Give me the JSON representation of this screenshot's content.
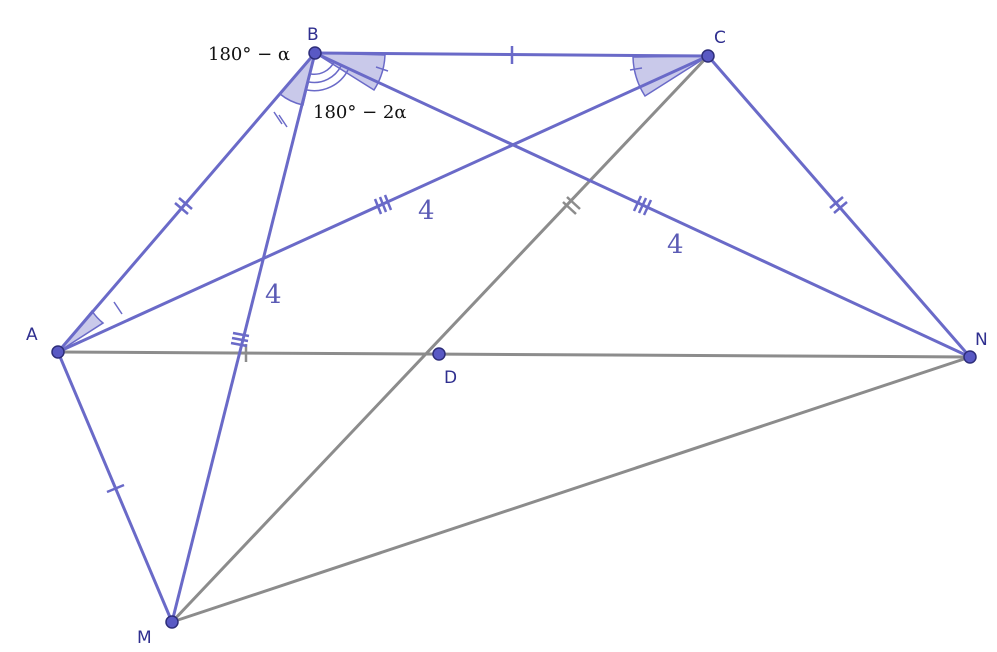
{
  "colors": {
    "blue_line": "#6a6ac8",
    "gray_line": "#8c8c8c",
    "point_fill": "#5959c4",
    "point_stroke": "#2e2e7a",
    "angle_fill": "#c9c9ea",
    "label_color": "#2f2f8f",
    "length_label_color": "#5b5bb5",
    "angle_label_color": "#111111"
  },
  "points": {
    "A": "A",
    "B": "B",
    "C": "C",
    "D": "D",
    "M": "M",
    "N": "N"
  },
  "lengths": {
    "AC": "4",
    "BN": "4",
    "BM": "4"
  },
  "angles": {
    "ABC": "180° − α",
    "MBN": "180° − 2α"
  }
}
